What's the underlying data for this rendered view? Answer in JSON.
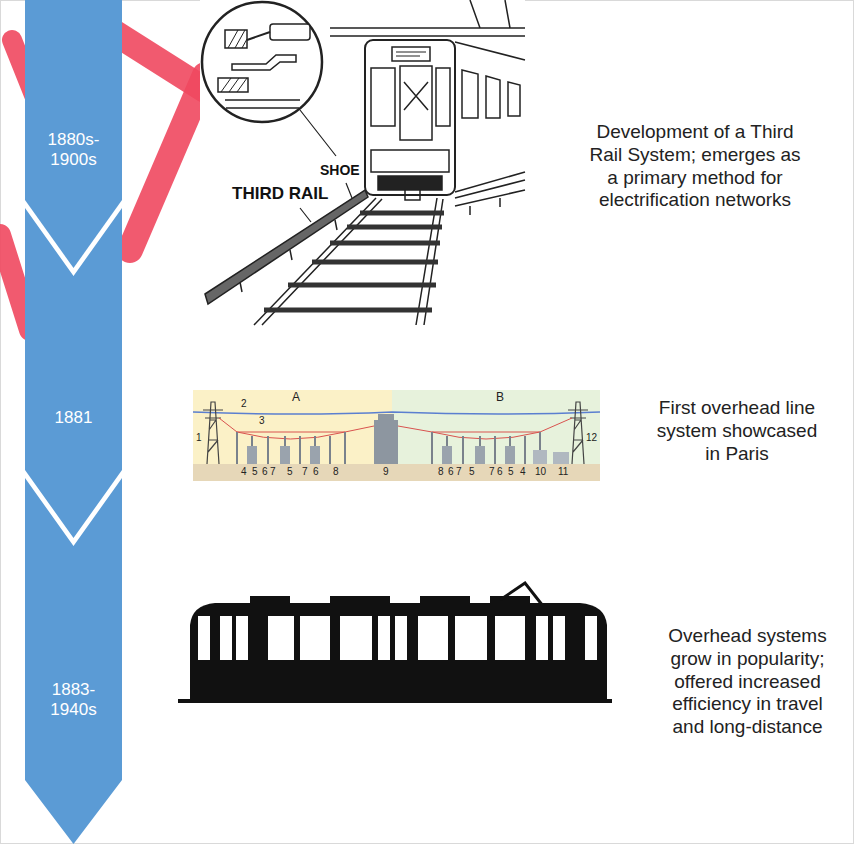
{
  "diagram": {
    "nodes": [
      {
        "text": [
          "1880s-1900s"
        ]
      },
      {
        "text": [
          "1881"
        ]
      },
      {
        "text": [
          "1883-1940s"
        ]
      }
    ],
    "labels": [
      "SHOE",
      "THIRD RAIL",
      "Development of a Third Rail System; emerges as a primary method for electrification networks",
      "A",
      "B",
      "2",
      "3",
      "1",
      "12",
      "4",
      "5",
      "6",
      "7",
      "5",
      "7",
      "6",
      "8",
      "9",
      "8",
      "6",
      "7",
      "5",
      "7",
      "6",
      "5",
      "4",
      "10",
      "11",
      "First overhead line system showcased in Paris",
      "Overhead systems grow in popularity; offered increased efficiency in travel and long-distance"
    ]
  }
}
